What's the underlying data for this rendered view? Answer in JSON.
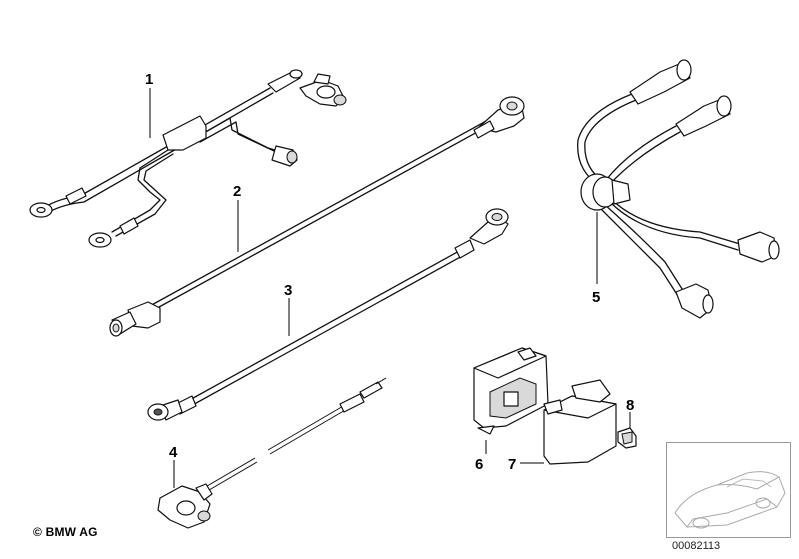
{
  "diagram": {
    "labels": {
      "p1": "1",
      "p2": "2",
      "p3": "3",
      "p4": "4",
      "p5": "5",
      "p6": "6",
      "p7": "7",
      "p8": "8"
    },
    "copyright": "© BMW AG",
    "diagram_id": "00082113"
  }
}
